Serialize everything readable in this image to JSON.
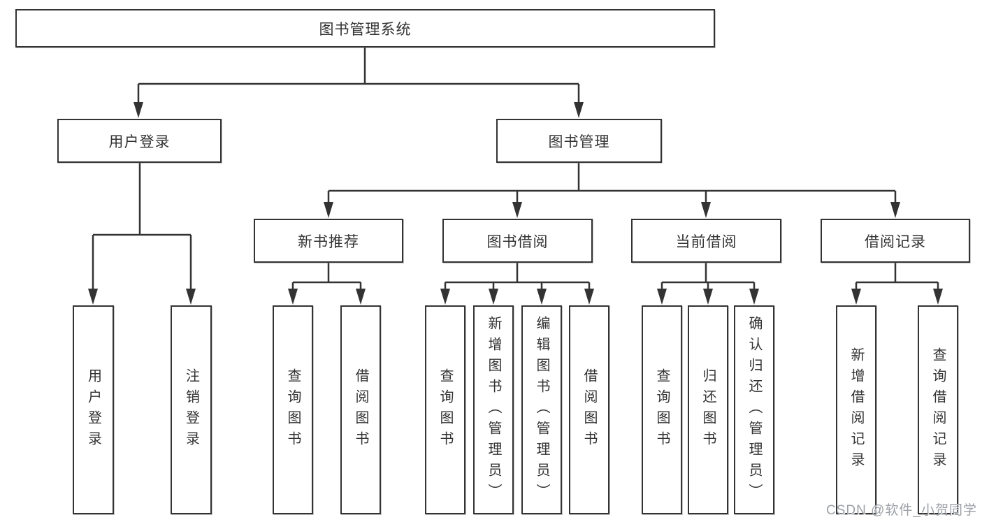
{
  "diagram": {
    "root": {
      "label": "图书管理系统"
    },
    "branches": [
      {
        "label": "用户登录",
        "children": [
          {
            "label": "用户登录"
          },
          {
            "label": "注销登录"
          }
        ]
      },
      {
        "label": "图书管理",
        "children": [
          {
            "label": "新书推荐",
            "children": [
              {
                "label": "查询图书"
              },
              {
                "label": "借阅图书"
              }
            ]
          },
          {
            "label": "图书借阅",
            "children": [
              {
                "label": "查询图书"
              },
              {
                "label": "新增图书（管理员）"
              },
              {
                "label": "编辑图书（管理员）"
              },
              {
                "label": "借阅图书"
              }
            ]
          },
          {
            "label": "当前借阅",
            "children": [
              {
                "label": "查询图书"
              },
              {
                "label": "归还图书"
              },
              {
                "label": "确认归还（管理员）"
              }
            ]
          },
          {
            "label": "借阅记录",
            "children": [
              {
                "label": "新增借阅记录"
              },
              {
                "label": "查询借阅记录"
              }
            ]
          }
        ]
      }
    ],
    "watermark": "CSDN @软件_小贺同学",
    "colors": {
      "line": "#333333",
      "text": "#333333",
      "watermark": "#9ba0a6",
      "background": "#ffffff"
    }
  }
}
